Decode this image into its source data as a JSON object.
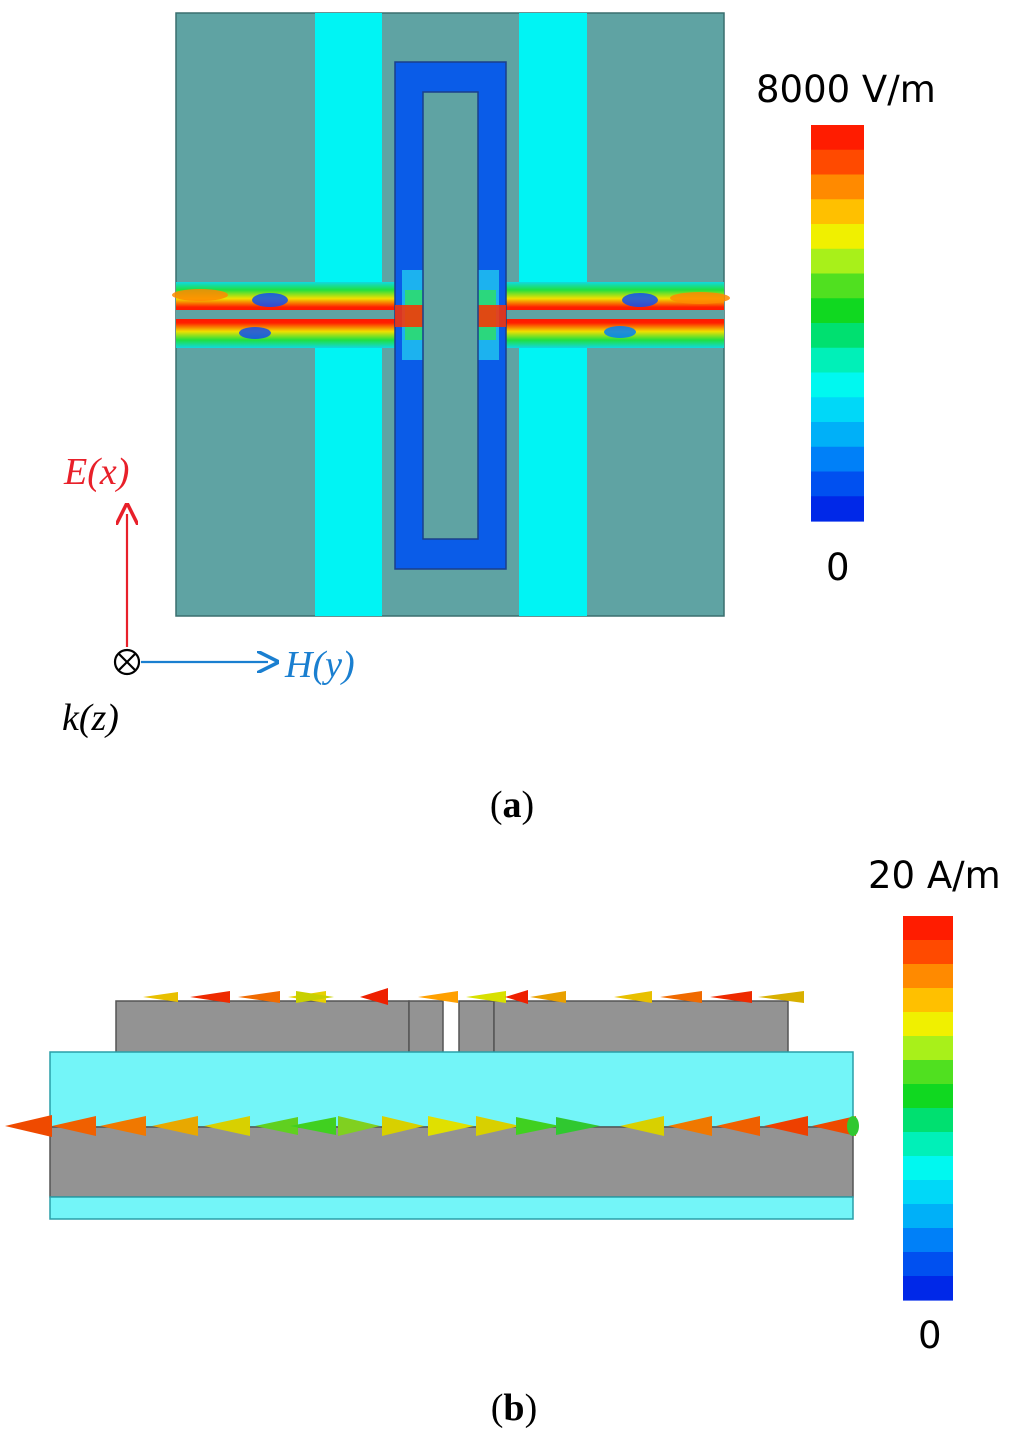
{
  "panel_a": {
    "caption_open": "(",
    "caption_letter": "a",
    "caption_close": ")",
    "scale_max_label": "8000  V/m",
    "scale_min_label": "0",
    "axis_e_label": "E(x)",
    "axis_h_label": "H(y)",
    "axis_k_label": "k(z)",
    "colors": {
      "substrate": "#5fa3a3",
      "dielectric": "#00f4f4",
      "e_axis": "#e8202a",
      "h_axis": "#1a7fd0",
      "k_axis": "#000000"
    }
  },
  "panel_b": {
    "caption_open": "(",
    "caption_letter": "b",
    "caption_close": ")",
    "scale_max_label": "20  A/m",
    "scale_min_label": "0",
    "colors": {
      "metal": "#939393",
      "dielectric": "#73f5f8"
    }
  },
  "colorbar": {
    "colors": [
      "#ff1c00",
      "#ff4a00",
      "#ff8a00",
      "#ffc000",
      "#f0f000",
      "#a8f01a",
      "#50e020",
      "#10d820",
      "#00e070",
      "#00f0b8",
      "#00f8f0",
      "#00d8f8",
      "#00b0f8",
      "#0080f8",
      "#0050f0",
      "#0028e8"
    ]
  }
}
